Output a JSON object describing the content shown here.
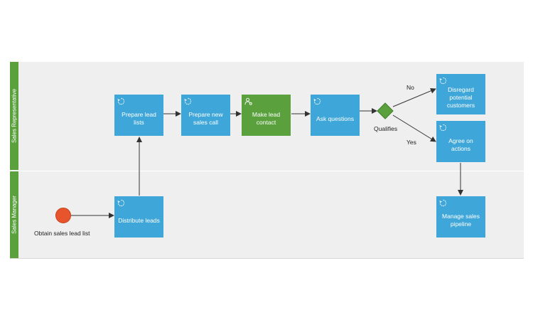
{
  "lanes": {
    "sales_rep": "Sales Representative",
    "sales_manager": "Sales Manager"
  },
  "start_event": {
    "label": "Obtain sales lead list"
  },
  "tasks": {
    "prepare_lead_lists": "Prepare lead lists",
    "prepare_sales_call": "Prepare new sales call",
    "make_lead_contact": "Make lead contact",
    "ask_questions": "Ask questions",
    "disregard": "Disregard potential customers",
    "agree_actions": "Agree on actions",
    "distribute_leads": "Distribute leads",
    "manage_pipeline": "Manage sales pipeline"
  },
  "gateway": {
    "label": "Qualifies",
    "branch_no": "No",
    "branch_yes": "Yes"
  },
  "icons": {
    "task_default": "refresh-loop-icon",
    "task_user": "user-gear-icon"
  },
  "colors": {
    "task": "#3ea6d8",
    "user_task": "#5aa13e",
    "gateway": "#5aa13e",
    "start_event": "#e8542c",
    "lane_bar": "#5aa13e",
    "pool_background": "#efefef"
  }
}
